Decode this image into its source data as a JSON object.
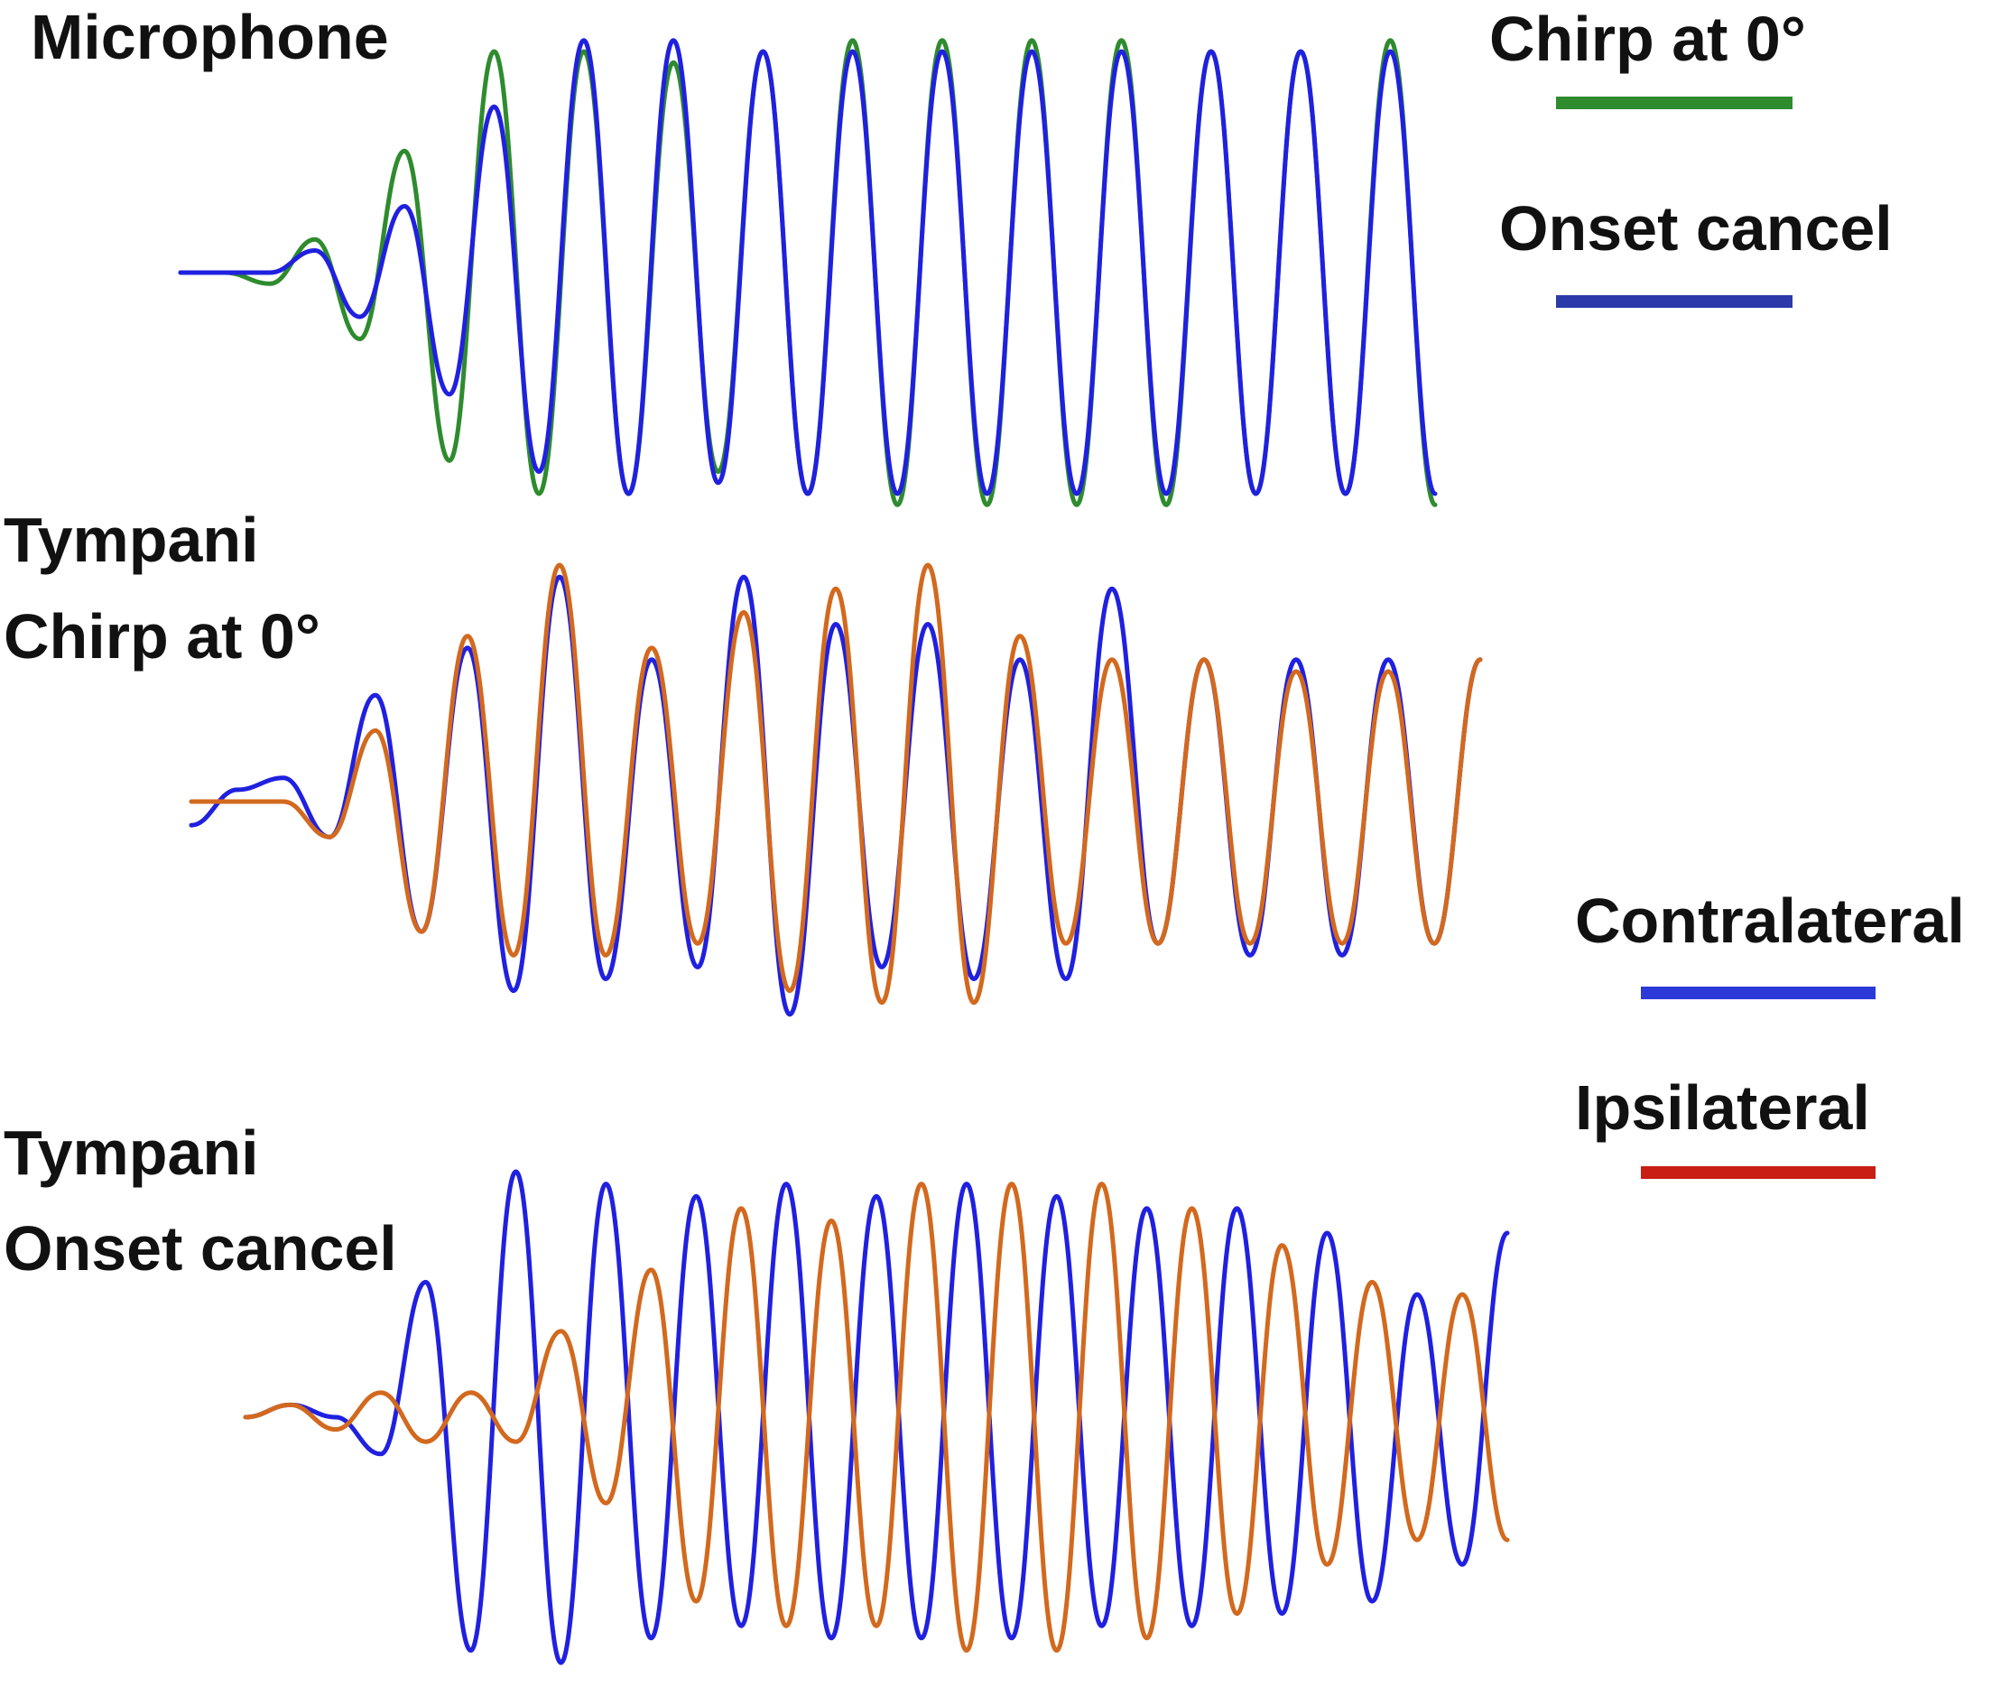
{
  "chart_data": [
    {
      "type": "line",
      "panel_label": [
        "Microphone"
      ],
      "x": [
        0,
        0.5,
        1.0,
        1.5,
        2.0,
        2.5,
        3.0,
        3.5,
        4.0,
        4.5,
        5.0,
        5.5,
        6.0,
        6.5,
        7.0,
        7.5,
        8.0,
        8.5,
        9.0,
        9.5,
        10.0,
        10.5,
        11.0,
        11.5,
        12.0,
        12.5,
        13.0,
        13.5,
        14.0
      ],
      "series": [
        {
          "name": "Chirp at 0°",
          "color": "#2e8b2e",
          "values": [
            0.0,
            0.0,
            -0.05,
            0.15,
            -0.3,
            0.55,
            -0.85,
            1.0,
            -1.0,
            1.0,
            -1.0,
            0.95,
            -0.9,
            1.0,
            -1.0,
            1.05,
            -1.05,
            1.05,
            -1.05,
            1.05,
            -1.05,
            1.05,
            -1.05,
            1.0,
            -1.0,
            1.0,
            -1.0,
            1.05,
            -1.05
          ]
        },
        {
          "name": "Onset cancel",
          "color": "#2020e0",
          "values": [
            0.0,
            0.0,
            0.0,
            0.1,
            -0.2,
            0.3,
            -0.55,
            0.75,
            -0.9,
            1.05,
            -1.0,
            1.05,
            -0.95,
            1.0,
            -1.0,
            1.0,
            -1.0,
            1.0,
            -1.0,
            1.0,
            -1.0,
            1.0,
            -1.0,
            1.0,
            -1.0,
            1.0,
            -1.0,
            1.0,
            -1.0
          ]
        }
      ],
      "legend": [
        "Chirp at 0°",
        "Onset cancel"
      ],
      "legend_position": "top-right",
      "xlabel": "",
      "ylabel": "",
      "grid": false,
      "axes_visible": false
    },
    {
      "type": "line",
      "panel_label": [
        "Tympani",
        "Chirp at 0°"
      ],
      "x": [
        0,
        0.5,
        1.0,
        1.5,
        2.0,
        2.5,
        3.0,
        3.5,
        4.0,
        4.5,
        5.0,
        5.5,
        6.0,
        6.5,
        7.0,
        7.5,
        8.0,
        8.5,
        9.0,
        9.5,
        10.0,
        10.5,
        11.0,
        11.5,
        12.0,
        12.5,
        13.0,
        13.5,
        14.0
      ],
      "series": [
        {
          "name": "Contralateral",
          "color": "#2020e0",
          "values": [
            -0.1,
            0.05,
            0.1,
            -0.15,
            0.45,
            -0.55,
            0.65,
            -0.8,
            0.95,
            -0.75,
            0.6,
            -0.7,
            0.95,
            -0.9,
            0.75,
            -0.7,
            0.75,
            -0.75,
            0.6,
            -0.75,
            0.9,
            -0.6,
            0.6,
            -0.65,
            0.6,
            -0.65,
            0.6,
            -0.6,
            0.6
          ]
        },
        {
          "name": "Ipsilateral",
          "color": "#d2691e",
          "values": [
            0.0,
            0.0,
            0.0,
            -0.15,
            0.3,
            -0.55,
            0.7,
            -0.65,
            1.0,
            -0.65,
            0.65,
            -0.6,
            0.8,
            -0.8,
            0.9,
            -0.85,
            1.0,
            -0.85,
            0.7,
            -0.6,
            0.6,
            -0.6,
            0.6,
            -0.6,
            0.55,
            -0.6,
            0.55,
            -0.6,
            0.6
          ]
        }
      ],
      "legend": [
        "Contralateral",
        "Ipsilateral"
      ],
      "legend_position": "right",
      "xlabel": "",
      "ylabel": "",
      "grid": false,
      "axes_visible": false
    },
    {
      "type": "line",
      "panel_label": [
        "Tympani",
        "Onset cancel"
      ],
      "x": [
        0,
        0.5,
        1.0,
        1.5,
        2.0,
        2.5,
        3.0,
        3.5,
        4.0,
        4.5,
        5.0,
        5.5,
        6.0,
        6.5,
        7.0,
        7.5,
        8.0,
        8.5,
        9.0,
        9.5,
        10.0,
        10.5,
        11.0,
        11.5,
        12.0,
        12.5,
        13.0,
        13.5,
        14.0
      ],
      "series": [
        {
          "name": "Contralateral",
          "color": "#2020e0",
          "values": [
            0.0,
            0.05,
            0.0,
            -0.15,
            0.55,
            -0.95,
            1.0,
            -1.0,
            0.95,
            -0.9,
            0.9,
            -0.85,
            0.95,
            -0.9,
            0.9,
            -0.9,
            0.95,
            -0.9,
            0.9,
            -0.85,
            0.85,
            -0.85,
            0.85,
            -0.8,
            0.75,
            -0.75,
            0.5,
            -0.6,
            0.75
          ]
        },
        {
          "name": "Ipsilateral",
          "color": "#d2691e",
          "values": [
            0.0,
            0.05,
            -0.05,
            0.1,
            -0.1,
            0.1,
            -0.1,
            0.35,
            -0.35,
            0.6,
            -0.75,
            0.85,
            -0.85,
            0.8,
            -0.85,
            0.95,
            -0.95,
            0.95,
            -0.95,
            0.95,
            -0.9,
            0.85,
            -0.8,
            0.7,
            -0.6,
            0.55,
            -0.5,
            0.5,
            -0.5
          ]
        }
      ],
      "grid": false,
      "axes_visible": false
    }
  ],
  "legend_colors": {
    "chirp": "#2e8b2e",
    "onset": "#2b3aa8",
    "contralateral": "#2b3ad8",
    "ipsilateral": "#c81e14"
  }
}
